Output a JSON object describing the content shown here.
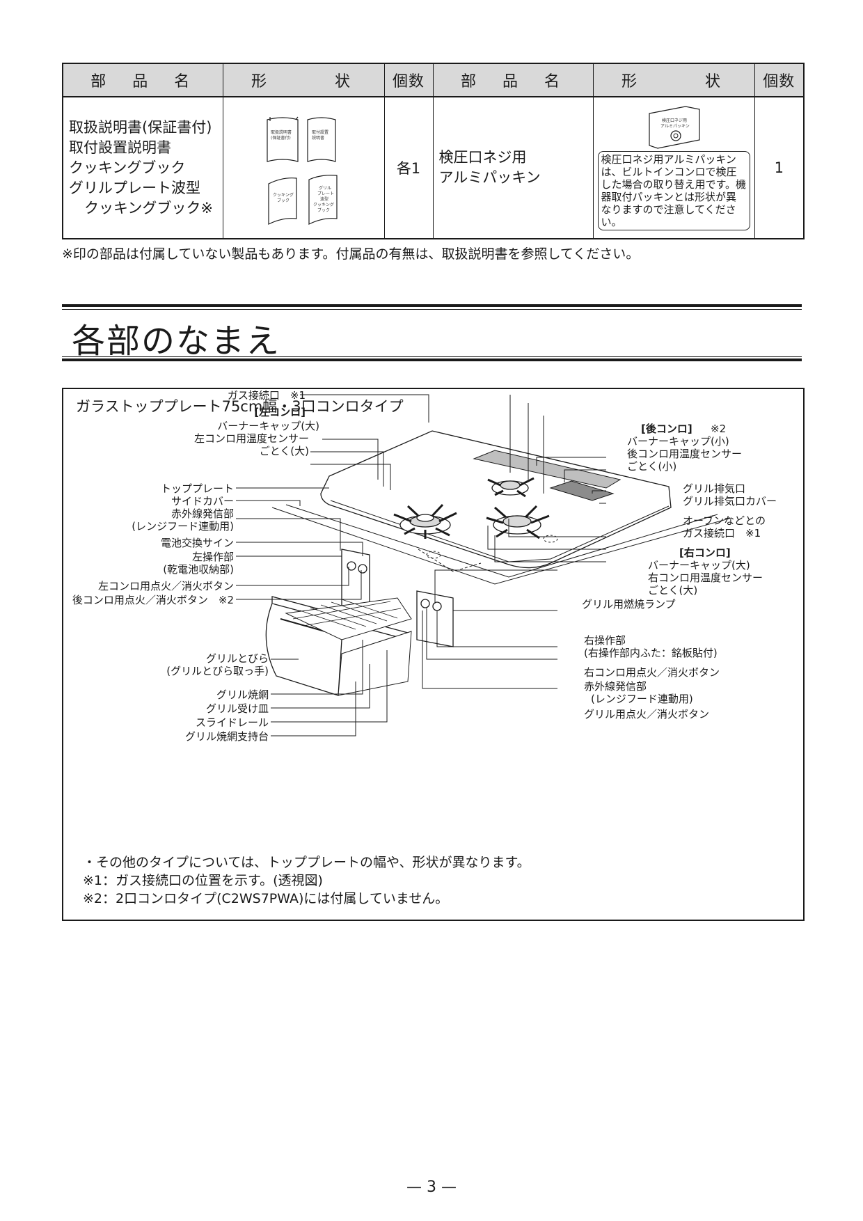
{
  "parts_table": {
    "headers": [
      "部　品　名",
      "形　　　状",
      "個数",
      "部　品　名",
      "形　　　状",
      "個数"
    ],
    "left": {
      "names": [
        "取扱説明書(保証書付)",
        "取付設置説明書",
        "クッキングブック",
        "グリルプレート波型",
        "クッキングブック※"
      ],
      "booklets": [
        "取扱説明書(保証書付)",
        "取付設置説明書",
        "クッキングブック",
        "グリルプレート波型クッキングブック"
      ],
      "count": "各1"
    },
    "right": {
      "names": [
        "検圧口ネジ用",
        "アルミパッキン"
      ],
      "packing_label": "検圧口ネジ用アルミパッキン",
      "note": "検圧口ネジ用アルミパッキンは、ビルトインコンロで検圧した場合の取り替え用です。機器取付パッキンとは形状が異なりますので注意してください。",
      "count": "1"
    }
  },
  "table_footnote": "※印の部品は付属していない製品もあります。付属品の有無は、取扱説明書を参照してください。",
  "section_title": "各部のなまえ",
  "diagram": {
    "title": "ガラストッププレート75cm幅・3口コンロタイプ",
    "labels": {
      "gas_inlet": "ガス接続口　※1",
      "left_burner_header": "[左コンロ]",
      "burner_cap_large_left": "バーナーキャップ(大)",
      "left_temp_sensor": "左コンロ用温度センサー",
      "trivet_large_left": "ごとく(大)",
      "top_plate": "トッププレート",
      "side_cover": "サイドカバー",
      "ir_transmitter_left": "赤外線発信部",
      "range_hood_left": "(レンジフード連動用)",
      "battery_sign": "電池交換サイン",
      "left_panel": "左操作部",
      "battery_box": "(乾電池収納部)",
      "left_ignite": "左コンロ用点火／消火ボタン",
      "rear_ignite": "後コンロ用点火／消火ボタン　※2",
      "grill_door": "グリルとびら",
      "grill_handle": "(グリルとびら取っ手)",
      "grill_net": "グリル焼網",
      "grill_tray": "グリル受け皿",
      "slide_rail": "スライドレール",
      "net_support": "グリル焼網支持台",
      "rear_burner_header": "[後コンロ]",
      "rear_note": "※2",
      "burner_cap_small": "バーナーキャップ(小)",
      "rear_temp_sensor": "後コンロ用温度センサー",
      "trivet_small": "ごとく(小)",
      "grill_exhaust": "グリル排気口",
      "grill_exhaust_cover": "グリル排気口カバー",
      "oven_connect_1": "オーブンなどとの",
      "oven_connect_2": "ガス接続口　※1",
      "right_burner_header": "[右コンロ]",
      "burner_cap_large_right": "バーナーキャップ(大)",
      "right_temp_sensor": "右コンロ用温度センサー",
      "trivet_large_right": "ごとく(大)",
      "grill_lamp": "グリル用燃焼ランプ",
      "right_panel": "右操作部",
      "right_panel_sub": "(右操作部内ふた：銘板貼付)",
      "right_ignite": "右コンロ用点火／消火ボタン",
      "ir_transmitter_right": "赤外線発信部",
      "range_hood_right": "(レンジフード連動用)",
      "grill_ignite": "グリル用点火／消火ボタン"
    },
    "notes": [
      "・その他のタイプについては、トッププレートの幅や、形状が異なります。",
      "※1：ガス接続口の位置を示す。(透視図)",
      "※2：2口コンロタイプ(C2WS7PWA)には付属していません。"
    ]
  },
  "page_number": "— 3 —"
}
